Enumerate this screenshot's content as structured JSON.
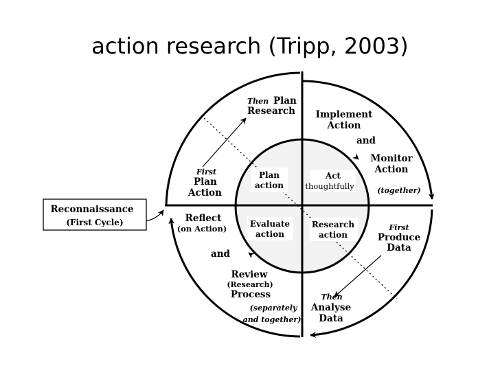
{
  "title": "action research (Tripp, 2003)",
  "colors": {
    "ink": "#000000",
    "inner_fill": "#f2f2f2",
    "background": "#ffffff"
  },
  "reconnaissance": {
    "line1": "Reconnaissance",
    "line2": "(First Cycle)"
  },
  "outer": {
    "plan_research": {
      "prefix": "Then",
      "line1": "Plan",
      "line2": "Research"
    },
    "implement": {
      "line1": "Implement",
      "line2": "Action"
    },
    "and_top": "and",
    "monitor": {
      "line1": "Monitor",
      "line2": "Action"
    },
    "together": "(together)",
    "first_plan": {
      "prefix": "First",
      "line1": "Plan",
      "line2": "Action"
    },
    "reflect": {
      "line1": "Reflect",
      "line2": "(on Action)"
    },
    "and_left": "and",
    "review": {
      "line1": "Review",
      "line2": "(Research)",
      "line3": "Process"
    },
    "separately": {
      "line1": "(separately",
      "line2": "and together)"
    },
    "produce": {
      "prefix": "First",
      "line1": "Produce",
      "line2": "Data"
    },
    "analyse": {
      "prefix": "Then",
      "line1": "Analyse",
      "line2": "Data"
    }
  },
  "inner": {
    "plan": {
      "line1": "Plan",
      "line2": "action"
    },
    "act": {
      "line1": "Act",
      "line2": "thoughtfully"
    },
    "evaluate": {
      "line1": "Evaluate",
      "line2": "action"
    },
    "research": {
      "line1": "Research",
      "line2": "action"
    }
  }
}
